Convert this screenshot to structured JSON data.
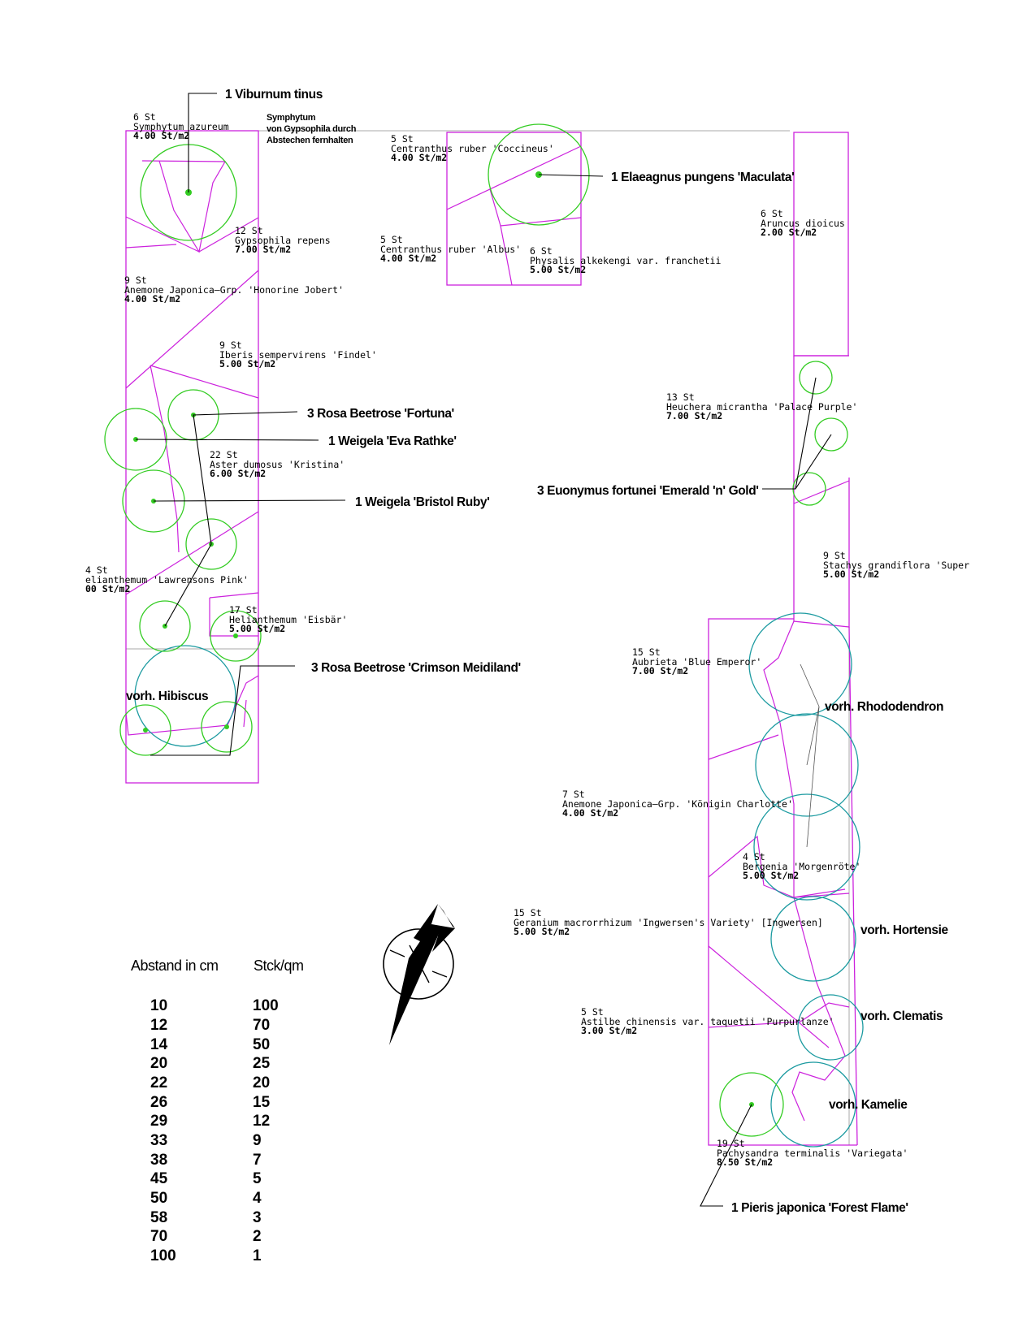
{
  "plants": [
    {
      "count": "6  St",
      "name": "Symphytum  azureum",
      "density": "4.00  St/m2"
    },
    {
      "count": "12  St",
      "name": "Gypsophila  repens",
      "density": "7.00  St/m2"
    },
    {
      "count": "9  St",
      "name": "Anemone  Japonica—Grp.  'Honorine  Jobert'",
      "density": "4.00  St/m2"
    },
    {
      "count": "9  St",
      "name": "Iberis  sempervirens  'Findel'",
      "density": "5.00  St/m2"
    },
    {
      "count": "22  St",
      "name": "Aster  dumosus  'Kristina'",
      "density": "6.00  St/m2"
    },
    {
      "count": "4  St",
      "name": "elianthemum  'Lawrensons  Pink'",
      "density": "00  St/m2"
    },
    {
      "count": "17  St",
      "name": "Helianthemum  'Eisbär'",
      "density": "5.00  St/m2"
    },
    {
      "count": "5  St",
      "name": "Centranthus  ruber  'Coccineus'",
      "density": "4.00  St/m2"
    },
    {
      "count": "5  St",
      "name": "Centranthus  ruber  'Albus'",
      "density": "4.00  St/m2"
    },
    {
      "count": "6  St",
      "name": "Physalis  alkekengi  var.  franchetii",
      "density": "5.00  St/m2"
    },
    {
      "count": "6  St",
      "name": "Aruncus  dioicus",
      "density": "2.00  St/m2"
    },
    {
      "count": "13  St",
      "name": "Heuchera  micrantha  'Palace  Purple'",
      "density": "7.00  St/m2"
    },
    {
      "count": "9  St",
      "name": "Stachys  grandiflora  'Super",
      "density": "5.00  St/m2"
    },
    {
      "count": "15  St",
      "name": "Aubrieta  'Blue  Emperor'",
      "density": "7.00  St/m2"
    },
    {
      "count": "7  St",
      "name": "Anemone  Japonica—Grp.  'Königin  Charlotte'",
      "density": "4.00  St/m2"
    },
    {
      "count": "4  St",
      "name": "Bergenia  'Morgenröte'",
      "density": "5.00  St/m2"
    },
    {
      "count": "15  St",
      "name": "Geranium  macrorrhizum  'Ingwersen's  Variety'  [Ingwersen]",
      "density": "5.00  St/m2"
    },
    {
      "count": "5  St",
      "name": "Astilbe  chinensis  var.  taquetii  'Purpurlanze'",
      "density": "3.00  St/m2"
    },
    {
      "count": "19  St",
      "name": "Pachysandra  terminalis  'Variegata'",
      "density": "8.50  St/m2"
    }
  ],
  "callouts": [
    "1 Viburnum tinus",
    "1 Elaeagnus pungens 'Maculata'",
    "3 Rosa Beetrose 'Fortuna'",
    "1 Weigela 'Eva Rathke'",
    "1 Weigela 'Bristol Ruby'",
    "3 Euonymus fortunei 'Emerald 'n' Gold'",
    "3 Rosa Beetrose 'Crimson Meidiland'",
    "vorh. Hibiscus",
    "vorh. Rhododendron",
    "vorh. Hortensie",
    "vorh. Clematis",
    "vorh. Kamelie",
    "1 Pieris japonica 'Forest Flame'"
  ],
  "note": [
    "Symphytum",
    "von Gypsophila durch",
    "Abstechen fernhalten"
  ],
  "spacing_table": {
    "header_left": "Abstand in cm",
    "header_right": "Stck/qm",
    "rows": [
      [
        "10",
        "100"
      ],
      [
        "12",
        "70"
      ],
      [
        "14",
        "50"
      ],
      [
        "20",
        "25"
      ],
      [
        "22",
        "20"
      ],
      [
        "26",
        "15"
      ],
      [
        "29",
        "12"
      ],
      [
        "33",
        "9"
      ],
      [
        "38",
        "7"
      ],
      [
        "45",
        "5"
      ],
      [
        "50",
        "4"
      ],
      [
        "58",
        "3"
      ],
      [
        "70",
        "2"
      ],
      [
        "100",
        "1"
      ]
    ]
  },
  "colors": {
    "bed_outline": "#cc22dd",
    "new_plant": "#33cc22",
    "existing_plant": "#1b9aa0",
    "leader": "#000000"
  },
  "icons": [
    "north-arrow-icon"
  ]
}
